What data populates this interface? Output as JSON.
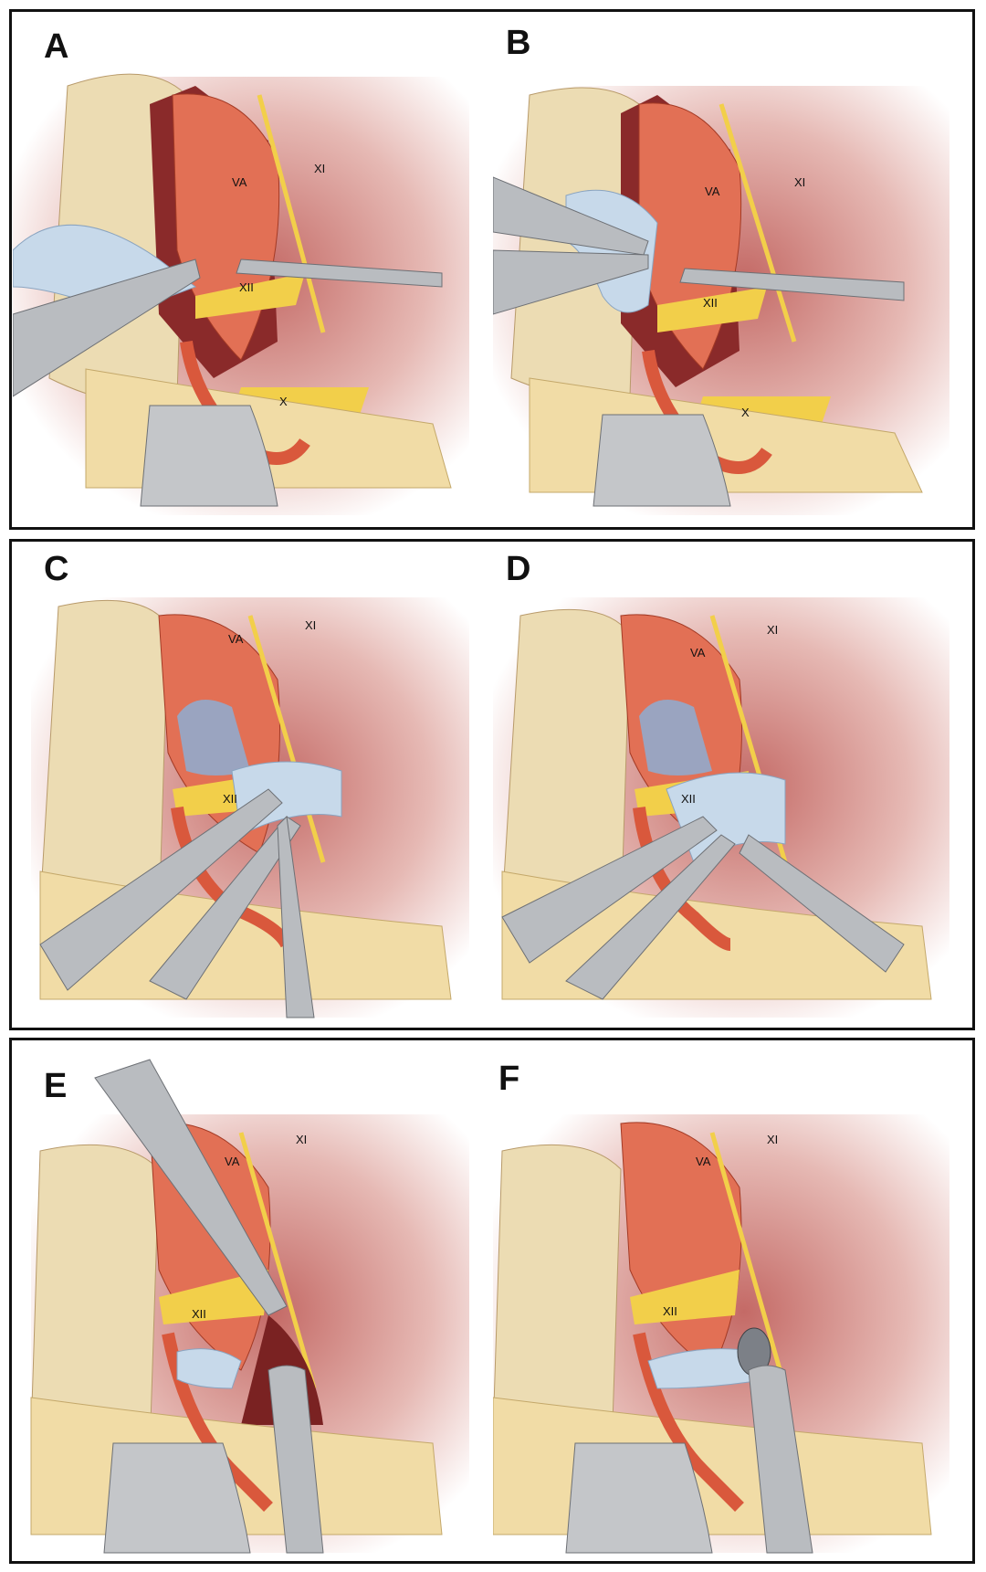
{
  "figure": {
    "panels": [
      {
        "letter": "A",
        "labels": {
          "va": "VA",
          "xi": "XI",
          "xii": "XII",
          "x": "X"
        }
      },
      {
        "letter": "B",
        "labels": {
          "va": "VA",
          "xi": "XI",
          "xii": "XII",
          "x": "X"
        }
      },
      {
        "letter": "C",
        "labels": {
          "va": "VA",
          "xi": "XI",
          "xii": "XII"
        }
      },
      {
        "letter": "D",
        "labels": {
          "va": "VA",
          "xi": "XI",
          "xii": "XII"
        }
      },
      {
        "letter": "E",
        "labels": {
          "va": "VA",
          "xi": "XI",
          "xii": "XII"
        }
      },
      {
        "letter": "F",
        "labels": {
          "va": "VA",
          "xi": "XI",
          "xii": "XII"
        }
      }
    ]
  },
  "colors": {
    "artery": "#d9583c",
    "vertebral_artery": "#e27055",
    "nerve": "#f2cf4a",
    "bone": "#ecdcb3",
    "muscle": "#f1dca6",
    "cavity": "#8a2a2a",
    "surround": "#e6b9b4",
    "instrument": "#b9bcc0",
    "gauze": "#c7d9ea",
    "frame": "#111111"
  }
}
